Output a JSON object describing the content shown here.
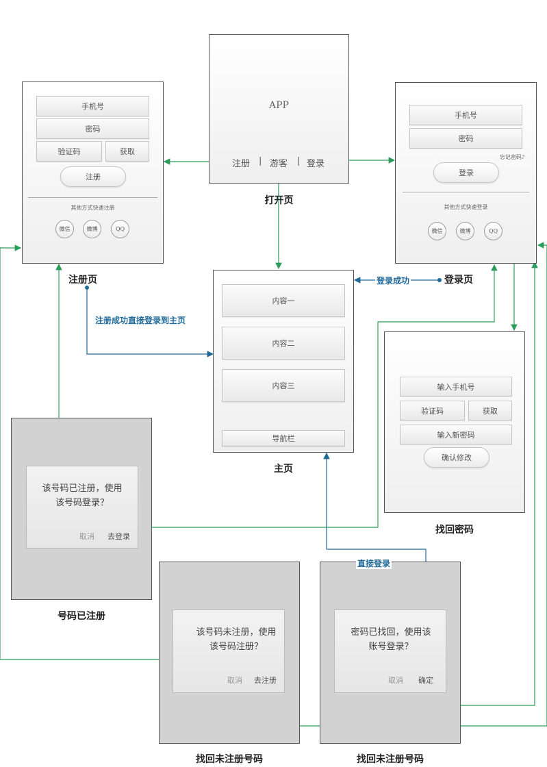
{
  "open_page": {
    "app": "APP",
    "register": "注册",
    "divider": "|",
    "guest": "游客",
    "login": "登录",
    "caption": "打开页"
  },
  "register_page": {
    "phone": "手机号",
    "password": "密码",
    "code": "验证码",
    "get_code": "获取",
    "register_button": "注册",
    "other_methods": "其他方式快速注册",
    "wechat": "微信",
    "weibo": "微博",
    "qq": "QQ",
    "caption": "注册页"
  },
  "login_page": {
    "phone": "手机号",
    "password": "密码",
    "forgot": "忘记密码?",
    "login_button": "登录",
    "other_methods": "其他方式快速登录",
    "wechat": "微信",
    "weibo": "微博",
    "qq": "QQ",
    "caption": "登录页"
  },
  "home_page": {
    "content1": "内容一",
    "content2": "内容二",
    "content3": "内容三",
    "navbar": "导航栏",
    "caption": "主页"
  },
  "reset_page": {
    "phone": "输入手机号",
    "code": "验证码",
    "get_code": "获取",
    "new_password": "输入新密码",
    "confirm": "确认修改",
    "caption": "找回密码"
  },
  "registered_dialog": {
    "line1": "该号码已注册，使用",
    "line2": "该号码登录？",
    "cancel": "取消",
    "goto": "去登录",
    "caption": "号码已注册"
  },
  "unregistered_dialog": {
    "line1": "该号码未注册，使用",
    "line2": "该号码注册？",
    "cancel": "取消",
    "goto": "去注册",
    "caption": "找回未注册号码"
  },
  "recovered_dialog": {
    "line1": "密码已找回，使用该",
    "line2": "账号登录？",
    "cancel": "取消",
    "confirm": "确定",
    "caption": "找回未注册号码"
  },
  "flow_labels": {
    "login_success": "登录成功",
    "register_success": "注册成功直接登录到主页",
    "direct_login": "直接登录"
  },
  "colors": {
    "green_wire": "#2a9d5b",
    "blue_wire": "#1f6a9a"
  }
}
